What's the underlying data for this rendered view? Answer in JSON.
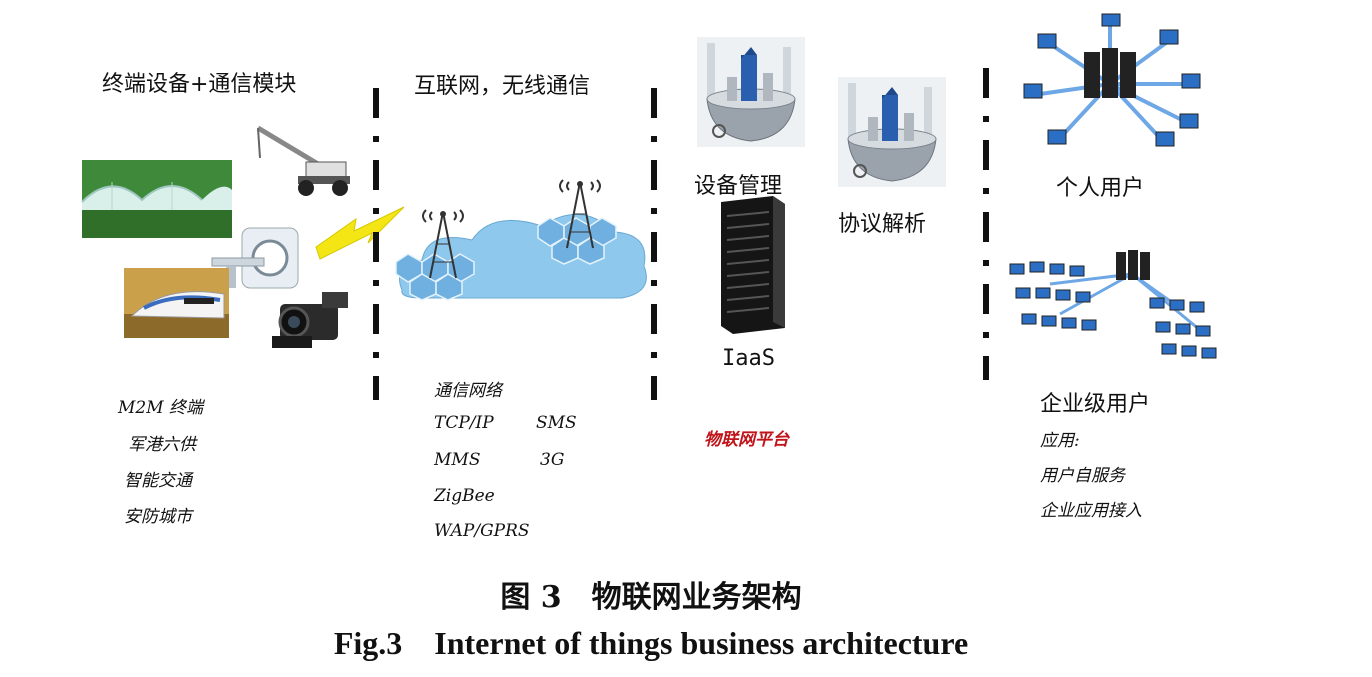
{
  "sections": {
    "terminal": {
      "title": "终端设备+通信模块",
      "items": [
        "M2M 终端",
        "军港六供",
        "智能交通",
        "安防城市"
      ]
    },
    "network": {
      "title": "互联网，无线通信",
      "list_title": "通信网络",
      "protocols": [
        "TCP/IP",
        "SMS",
        "MMS",
        "3G",
        "ZigBee",
        "WAP/GPRS"
      ]
    },
    "platform": {
      "device_management": "设备管理",
      "protocol_parsing": "协议解析",
      "iaas": "IaaS",
      "platform_label": "物联网平台"
    },
    "users": {
      "personal": "个人用户",
      "enterprise": "企业级用户",
      "app_title": "应用:",
      "apps": [
        "用户自服务",
        "企业应用接入"
      ]
    }
  },
  "caption": {
    "cn": "图 3　物联网业务架构",
    "en": "Fig.3　Internet of things business architecture"
  },
  "colors": {
    "lightning": "#f3e614",
    "cloud": "#8ec8ec",
    "hex_tile": "#6fb0e0",
    "server": "#1e1e1e",
    "monitor": "#2a6fc4",
    "platform_red": "#c0141a"
  },
  "icons": [
    "greenhouse-icon",
    "crane-icon",
    "ct-scanner-icon",
    "train-icon",
    "camcorder-icon",
    "lightning-icon",
    "cell-tower-icon",
    "cloud-icon",
    "globe-platform-icon",
    "server-rack-icon",
    "server-cluster-icon",
    "computer-network-icon"
  ]
}
